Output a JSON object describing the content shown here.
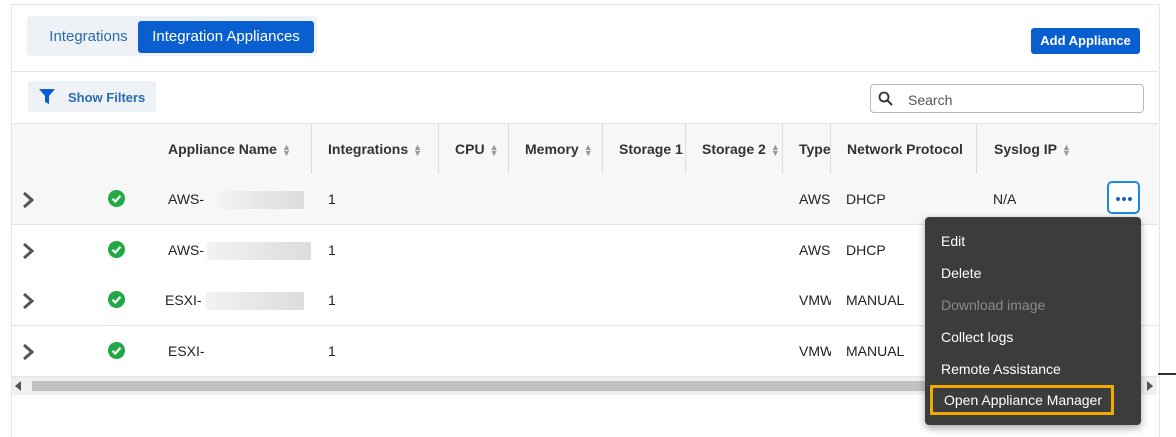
{
  "tabs": [
    {
      "label": "Integrations",
      "active": false
    },
    {
      "label": "Integration Appliances",
      "active": true
    }
  ],
  "toolbar": {
    "add_label": "Add Appliance",
    "filter_label": "Show Filters",
    "search_placeholder": "Search"
  },
  "table": {
    "columns": [
      "Appliance Name",
      "Integrations",
      "CPU",
      "Memory",
      "Storage 1",
      "Storage 2",
      "Type",
      "Network Protocol",
      "Syslog IP"
    ],
    "rows": [
      {
        "name": "AWS-",
        "integrations": "1",
        "cpu": "",
        "memory": "",
        "storage1": "",
        "storage2": "",
        "type": "AWS",
        "protocol": "DHCP",
        "syslog": "N/A",
        "status": "ok"
      },
      {
        "name": "AWS-",
        "integrations": "1",
        "cpu": "",
        "memory": "",
        "storage1": "",
        "storage2": "",
        "type": "AWS",
        "protocol": "DHCP",
        "syslog": "",
        "status": "ok"
      },
      {
        "name": "ESXI-",
        "integrations": "1",
        "cpu": "",
        "memory": "",
        "storage1": "",
        "storage2": "",
        "type": "VMW",
        "protocol": "MANUAL",
        "syslog": "",
        "status": "ok"
      },
      {
        "name": "ESXI-",
        "integrations": "1",
        "cpu": "",
        "memory": "",
        "storage1": "",
        "storage2": "",
        "type": "VMW",
        "protocol": "MANUAL",
        "syslog": "",
        "status": "ok"
      }
    ]
  },
  "menu": {
    "items": [
      {
        "label": "Edit",
        "disabled": false
      },
      {
        "label": "Delete",
        "disabled": false
      },
      {
        "label": "Download image",
        "disabled": true
      },
      {
        "label": "Collect logs",
        "disabled": false
      },
      {
        "label": "Remote Assistance",
        "disabled": false
      },
      {
        "label": "Open Appliance Manager",
        "disabled": false,
        "highlighted": true
      }
    ]
  },
  "colors": {
    "primary": "#0a5fd0",
    "link": "#2b6cb0",
    "success": "#22a844",
    "menu_bg": "#3c3c3c",
    "highlight": "#f2a900"
  },
  "icons": {
    "filter": "filter-icon",
    "search": "search-icon",
    "expand": "chevron-right-icon",
    "status": "check-circle-icon",
    "more": "more-horizontal-icon"
  }
}
